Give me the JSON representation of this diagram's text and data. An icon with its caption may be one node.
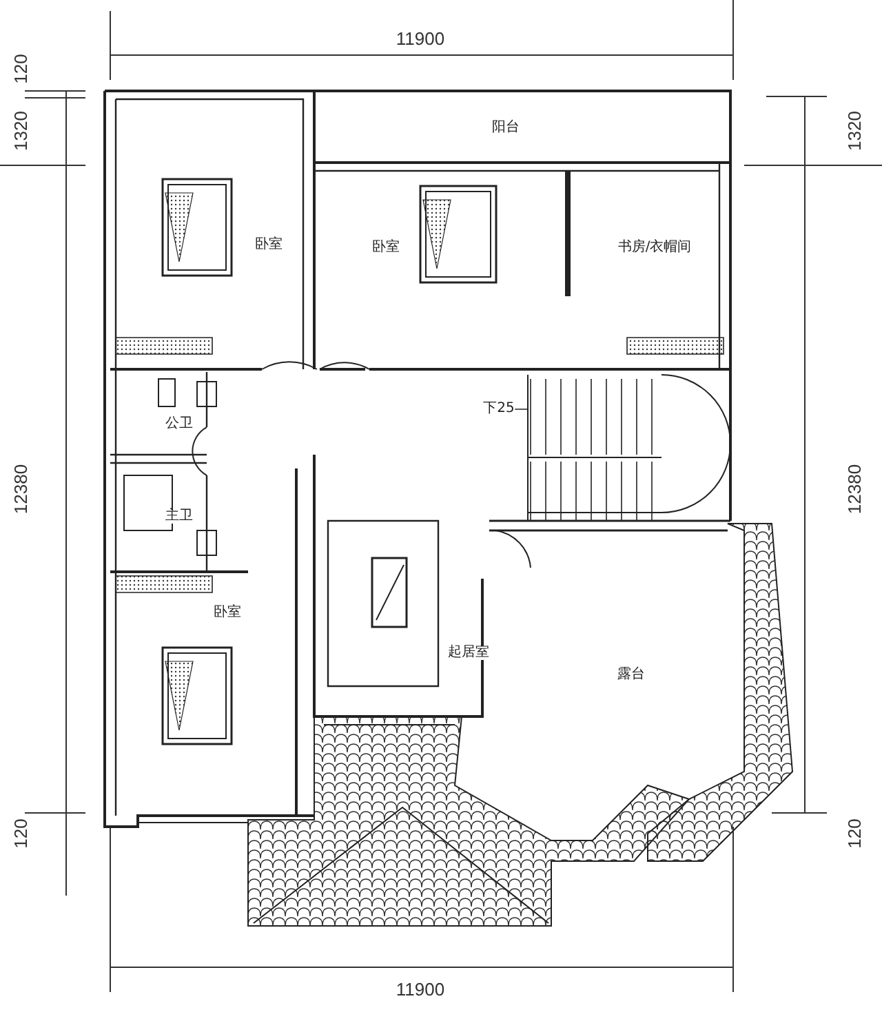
{
  "diagram": {
    "labels": [
      "11900",
      "120",
      "1320",
      "阳台",
      "1320",
      "卧室",
      "卧室",
      "书房/衣帽间",
      "公卫",
      "下25",
      "主卫",
      "卧室",
      "12380",
      "12380",
      "起居室",
      "露台",
      "120",
      "120",
      "11900"
    ]
  }
}
